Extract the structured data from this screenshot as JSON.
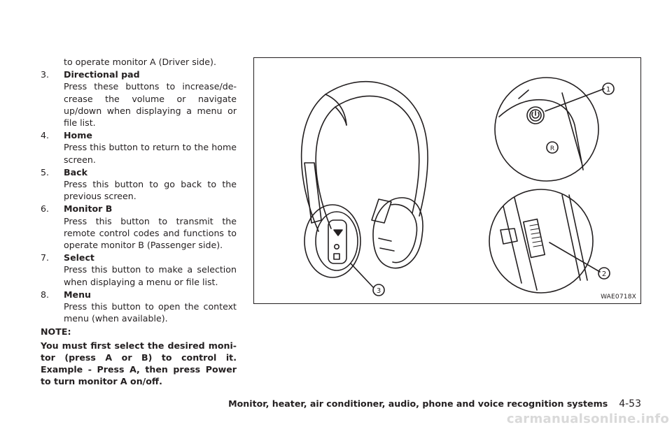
{
  "left_column": {
    "intro": "to operate monitor A (Driver side).",
    "items": [
      {
        "num": "3.",
        "title": "Directional pad",
        "desc": "Press these buttons to increase/de-crease the volume or navigate up/down when displaying a menu or file list."
      },
      {
        "num": "4.",
        "title": "Home",
        "desc": "Press this button to return to the home screen."
      },
      {
        "num": "5.",
        "title": "Back",
        "desc": "Press this button to go back to the previous screen."
      },
      {
        "num": "6.",
        "title": "Monitor B",
        "desc": "Press this button to transmit the remote control codes and functions to operate monitor B (Passenger side)."
      },
      {
        "num": "7.",
        "title": "Select",
        "desc": "Press this button to make a selection when displaying a menu or file list."
      },
      {
        "num": "8.",
        "title": "Menu",
        "desc": "Press this button to open the context menu (when available)."
      }
    ],
    "note_label": "NOTE:",
    "note_text": "You must first select the desired moni-tor (press A or B) to control it. Example - Press A, then press Power to turn monitor A on/off."
  },
  "figure": {
    "code": "WAE0718X",
    "callouts": [
      "1",
      "2",
      "3"
    ]
  },
  "footer": {
    "section": "Monitor, heater, air conditioner, audio, phone and voice recognition systems",
    "page": "4-53"
  },
  "watermark": "carmanualsonline.info"
}
